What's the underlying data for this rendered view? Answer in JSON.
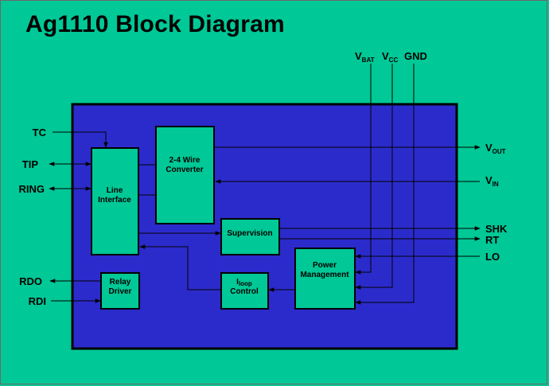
{
  "title": "Ag1110 Block Diagram",
  "blocks": {
    "line_interface": [
      "Line",
      "Interface"
    ],
    "wire_converter": [
      "2-4 Wire",
      "Converter"
    ],
    "supervision": [
      "Supervision"
    ],
    "relay_driver": [
      "Relay",
      "Driver"
    ],
    "loop_control": {
      "main": "I",
      "sub": "loop",
      "line2": "Control"
    },
    "power_management": [
      "Power",
      "Management"
    ]
  },
  "pins_left": {
    "tc": "TC",
    "tip": "TIP",
    "ring": "RING",
    "rdo": "RDO",
    "rdi": "RDI"
  },
  "pins_right": {
    "vout": {
      "main": "V",
      "sub": "OUT"
    },
    "vin": {
      "main": "V",
      "sub": "IN"
    },
    "shk": "SHK",
    "rt": "RT",
    "lo": "LO"
  },
  "pins_top": {
    "vbat": {
      "main": "V",
      "sub": "BAT"
    },
    "vcc": {
      "main": "V",
      "sub": "CC"
    },
    "gnd": "GND"
  },
  "colors": {
    "background": "#00c896",
    "chip": "#2b2bcc",
    "block": "#00c896",
    "line": "#000000"
  }
}
